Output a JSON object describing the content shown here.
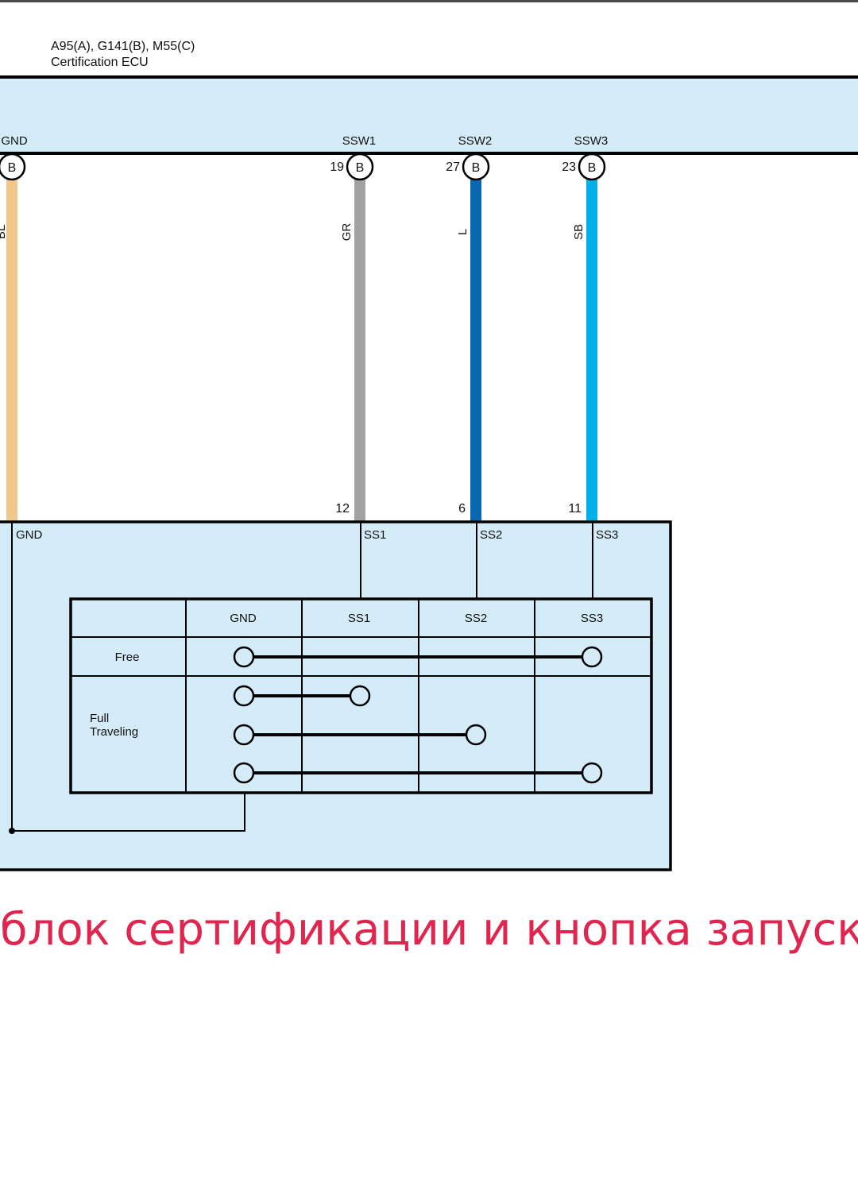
{
  "ecu": {
    "codes": "A95(A), G141(B), M55(C)",
    "name": "Certification ECU"
  },
  "pins": [
    {
      "name": "GND",
      "connector": "B",
      "number": "",
      "wire": "BL",
      "color": "#f0c88a",
      "bottom_number": ""
    },
    {
      "name": "SSW1",
      "connector": "B",
      "number": "19",
      "wire": "GR",
      "color": "#a2a2a2",
      "bottom_number": "12"
    },
    {
      "name": "SSW2",
      "connector": "B",
      "number": "27",
      "wire": "L",
      "color": "#0a68b0",
      "bottom_number": "6"
    },
    {
      "name": "SSW3",
      "connector": "B",
      "number": "23",
      "wire": "SB",
      "color": "#00b0e6",
      "bottom_number": "11"
    }
  ],
  "switch": {
    "terminals": [
      "GND",
      "SS1",
      "SS2",
      "SS3"
    ],
    "table": {
      "headers": [
        "",
        "GND",
        "SS1",
        "SS2",
        "SS3"
      ],
      "rows": [
        {
          "label": "Free",
          "connections": [
            [
              "GND",
              "SS3"
            ]
          ]
        },
        {
          "label_line1": "Full",
          "label_line2": "Traveling",
          "connections": [
            [
              "GND",
              "SS1"
            ],
            [
              "GND",
              "SS2"
            ],
            [
              "GND",
              "SS3"
            ]
          ]
        }
      ]
    }
  },
  "colors": {
    "box_fill": "#d4ebf8",
    "caption": "#e0254f"
  },
  "caption": "блок сертификации и кнопка запуска"
}
